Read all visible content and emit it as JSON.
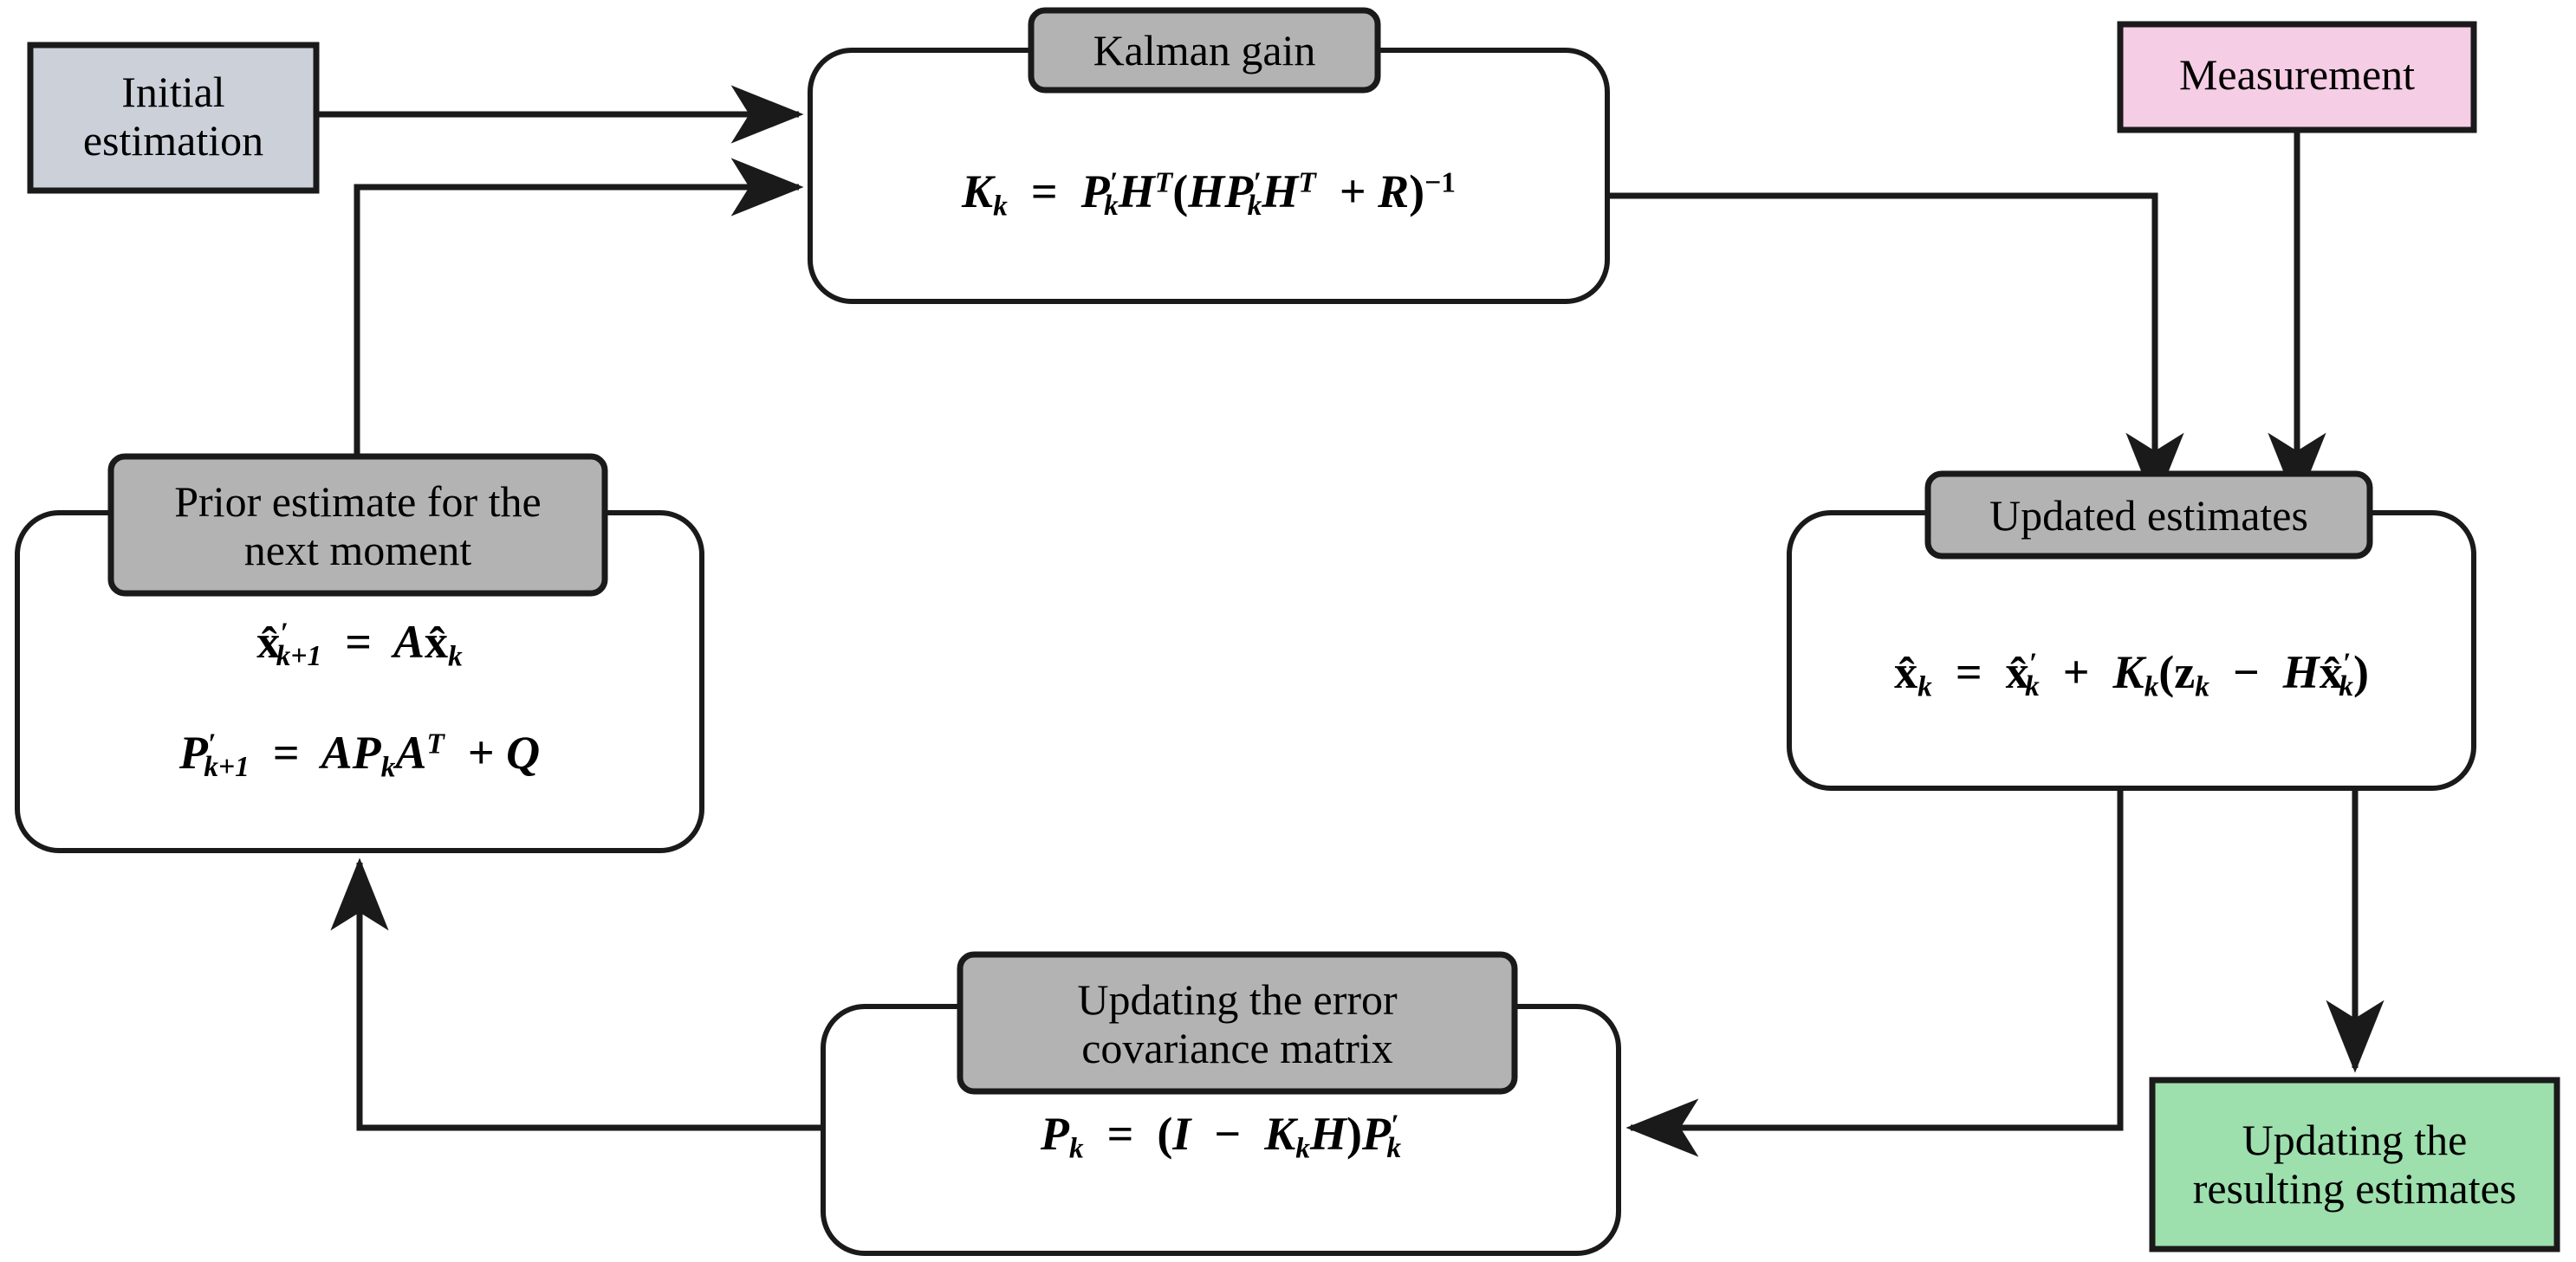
{
  "diagram": {
    "title": "Kalman filter algorithm flowchart",
    "colors": {
      "initial_fill": "#ccd0d9",
      "measurement_fill": "#f5cde4",
      "result_fill": "#9ddfad",
      "tag_fill": "#b3b3b3",
      "box_fill": "#ffffff",
      "stroke": "#1a1a1a"
    },
    "nodes": {
      "initial_estimation": {
        "label_line1": "Initial",
        "label_line2": "estimation",
        "shape": "rectangle",
        "fill": "#ccd0d9"
      },
      "measurement": {
        "label": "Measurement",
        "shape": "rectangle",
        "fill": "#f5cde4"
      },
      "resulting_estimates": {
        "label_line1": "Updating the",
        "label_line2": "resulting estimates",
        "shape": "rectangle",
        "fill": "#9ddfad"
      },
      "kalman_gain": {
        "tag": "Kalman gain",
        "shape": "rounded-rectangle",
        "equations": [
          "Kₖ = P′ₖHᵀ(HP′ₖHᵀ + R)⁻¹"
        ]
      },
      "prior_estimate": {
        "tag_line1": "Prior estimate for the",
        "tag_line2": "next moment",
        "shape": "rounded-rectangle",
        "equations": [
          "x̂′ₖ₊₁ = Ax̂ₖ",
          "P′ₖ₊₁ = APₖAᵀ + Q"
        ]
      },
      "updated_estimates": {
        "tag": "Updated estimates",
        "shape": "rounded-rectangle",
        "equations": [
          "x̂ₖ = x̂′ₖ + Kₖ(zₖ − Hx̂′ₖ)"
        ]
      },
      "error_covariance": {
        "tag_line1": "Updating the error",
        "tag_line2": "covariance matrix",
        "shape": "rounded-rectangle",
        "equations": [
          "Pₖ = (I − KₖH)P′ₖ"
        ]
      }
    },
    "edges": [
      {
        "from": "initial_estimation",
        "to": "kalman_gain",
        "arrow": true
      },
      {
        "from": "prior_estimate",
        "to": "kalman_gain",
        "arrow": true
      },
      {
        "from": "kalman_gain",
        "to": "updated_estimates",
        "arrow": true
      },
      {
        "from": "measurement",
        "to": "updated_estimates",
        "arrow": true
      },
      {
        "from": "updated_estimates",
        "to": "error_covariance",
        "arrow": true
      },
      {
        "from": "updated_estimates",
        "to": "resulting_estimates",
        "arrow": true
      },
      {
        "from": "error_covariance",
        "to": "prior_estimate",
        "arrow": true
      }
    ]
  }
}
